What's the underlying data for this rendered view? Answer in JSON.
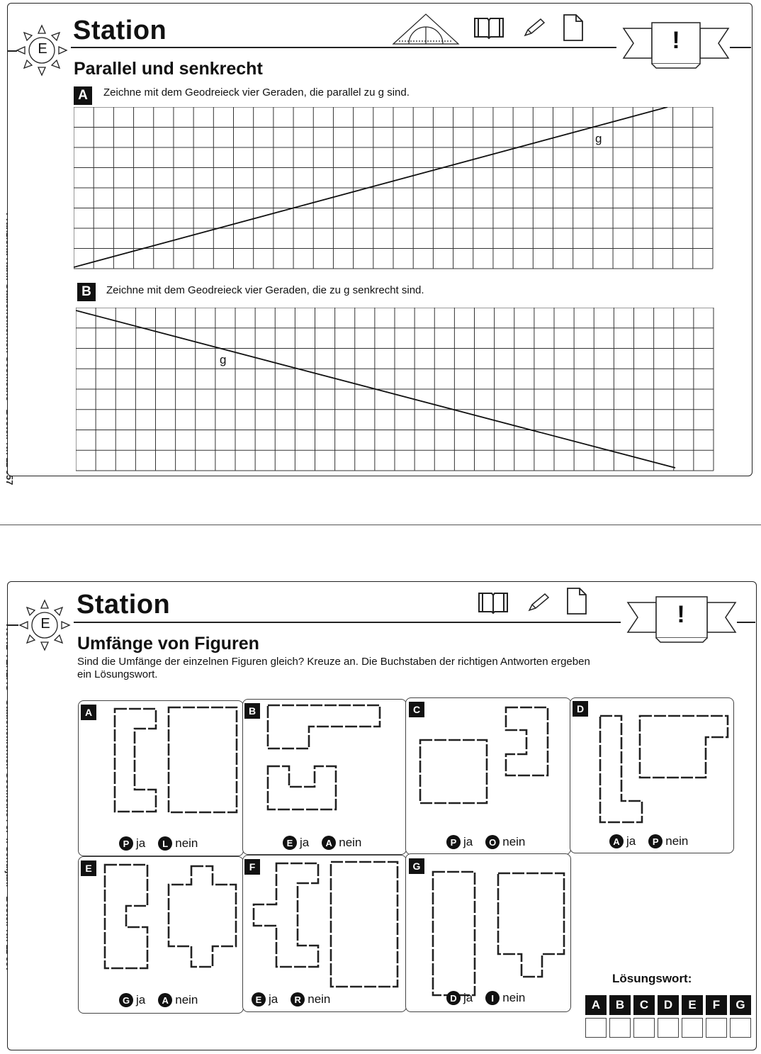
{
  "sheet1": {
    "station_letter": "E",
    "title": "Station",
    "subtitle": "Parallel und senkrecht",
    "exclamation": "!",
    "icons": [
      "set-square-icon",
      "book-icon",
      "pencil-icon",
      "document-icon"
    ],
    "task_a": {
      "letter": "A",
      "text": "Zeichne mit dem Geodreieck vier Geraden, die parallel zu g sind.",
      "line_label": "g"
    },
    "task_b": {
      "letter": "B",
      "text": "Zeichne mit dem Geodreieck vier Geraden, die zu g senkrecht sind.",
      "line_label": "g"
    }
  },
  "sheet2": {
    "station_letter": "E",
    "title": "Station",
    "subtitle": "Umfänge von Figuren",
    "exclamation": "!",
    "icons": [
      "book-icon",
      "pencil-icon",
      "document-icon"
    ],
    "instructions_line1": "Sind die Umfänge der einzelnen Figuren gleich? Kreuze an. Die Buchstaben der richtigen Antworten ergeben",
    "instructions_line2": "ein Lösungswort.",
    "figures": [
      {
        "letter": "A",
        "yes_letter": "P",
        "yes": "ja",
        "no_letter": "L",
        "no": "nein"
      },
      {
        "letter": "B",
        "yes_letter": "E",
        "yes": "ja",
        "no_letter": "A",
        "no": "nein"
      },
      {
        "letter": "C",
        "yes_letter": "P",
        "yes": "ja",
        "no_letter": "O",
        "no": "nein"
      },
      {
        "letter": "D",
        "yes_letter": "A",
        "yes": "ja",
        "no_letter": "P",
        "no": "nein"
      },
      {
        "letter": "E",
        "yes_letter": "G",
        "yes": "ja",
        "no_letter": "A",
        "no": "nein"
      },
      {
        "letter": "F",
        "yes_letter": "E",
        "yes": "ja",
        "no_letter": "R",
        "no": "nein"
      },
      {
        "letter": "G",
        "yes_letter": "D",
        "yes": "ja",
        "no_letter": "I",
        "no": "nein"
      }
    ],
    "solution_label": "Lösungswort:",
    "solution_letters": [
      "A",
      "B",
      "C",
      "D",
      "E",
      "F",
      "G"
    ]
  },
  "side_text": {
    "upper": "Franziska Kahl: Stationenlernen Geometrie · Bestell-Nr. 11 557",
    "lower": "KOHL-VERLAG · Stationenlernen Geometrie / 3.-4. Schuljahr · Bestell-Nr. 11 557"
  }
}
